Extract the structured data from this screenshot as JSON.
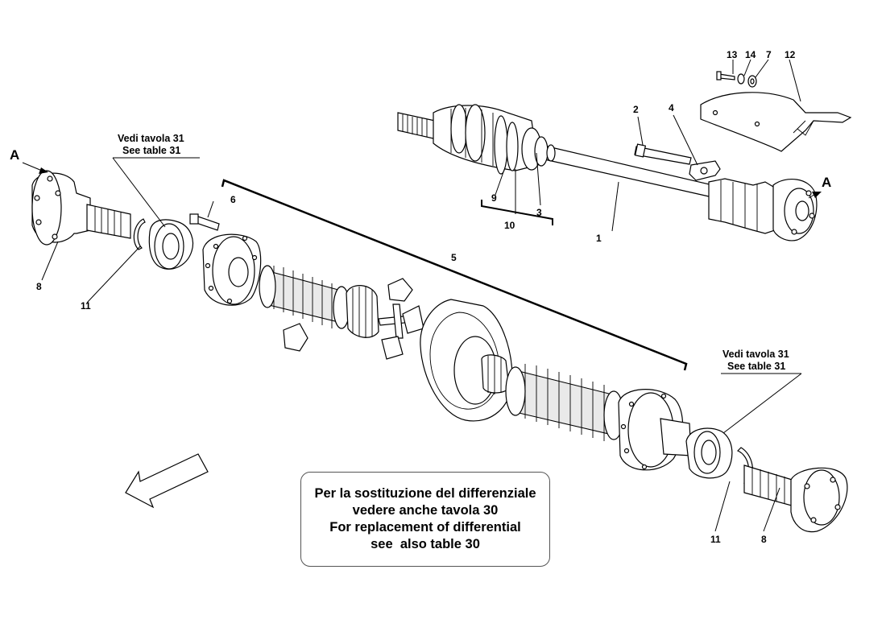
{
  "callouts": {
    "c1": "1",
    "c2": "2",
    "c3": "3",
    "c4": "4",
    "c5": "5",
    "c6": "6",
    "c7": "7",
    "c8_left": "8",
    "c8_right": "8",
    "c9": "9",
    "c10": "10",
    "c11_left": "11",
    "c11_right": "11",
    "c12": "12",
    "c13": "13",
    "c14": "14"
  },
  "refs": {
    "a_left": "A",
    "a_right": "A"
  },
  "see_table_left": {
    "it": "Vedi tavola 31",
    "en": "See table 31"
  },
  "see_table_right": {
    "it": "Vedi tavola 31",
    "en": "See table 31"
  },
  "note": {
    "line1": "Per la sostituzione del differenziale",
    "line2": "vedere anche tavola 30",
    "line3": "For replacement of differential",
    "line4": "see  also table 30"
  }
}
